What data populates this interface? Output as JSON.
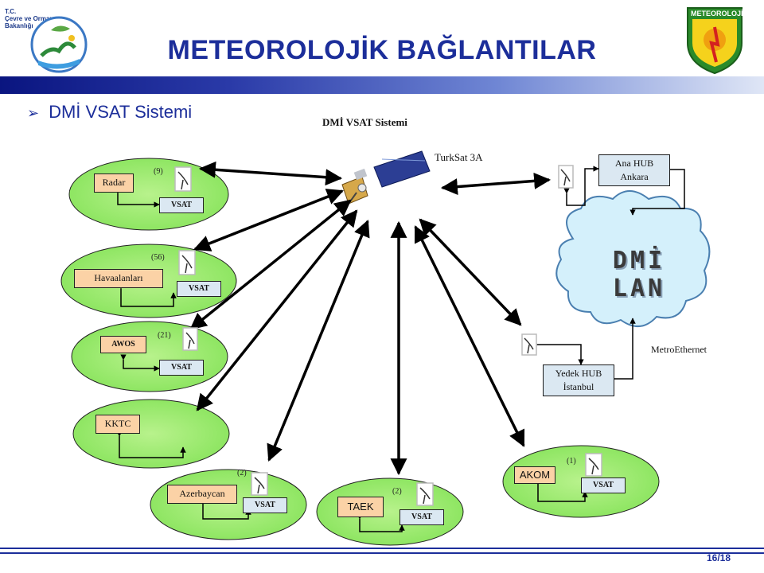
{
  "header": {
    "title": "METEOROLOJİK BAĞLANTILAR",
    "ministry_logo_text": [
      "T.C.",
      "Çevre ve Orman",
      "Bakanlığı"
    ],
    "met_logo_text": "METEOROLOJİ"
  },
  "bullet": "DMİ VSAT Sistemi",
  "diagram": {
    "title": "DMİ VSAT Sistemi",
    "satellite_label": "TurkSat 3A",
    "ana_hub": [
      "Ana HUB",
      "Ankara"
    ],
    "cloud_text": "DMİ LAN",
    "yedek_hub": [
      "Yedek HUB",
      "İstanbul"
    ],
    "metro_label": "MetroEthernet",
    "nodes": {
      "radar": {
        "label": "Radar",
        "count": "(9)",
        "vsat": "VSAT"
      },
      "havaalanlari": {
        "label": "Havaalanları",
        "count": "(56)",
        "vsat": "VSAT"
      },
      "awos": {
        "label": "AWOS",
        "count": "(21)",
        "vsat": "VSAT"
      },
      "kktc": {
        "label": "KKTC"
      },
      "azerbaycan": {
        "label": "Azerbaycan",
        "count": "(2)",
        "vsat": "VSAT"
      },
      "taek": {
        "label": "TAEK",
        "count": "(2)",
        "vsat": "VSAT"
      },
      "akom": {
        "label": "AKOM",
        "count": "(1)",
        "vsat": "VSAT"
      }
    }
  },
  "footer": {
    "page": "16/18"
  },
  "colors": {
    "title": "#1c2e9a",
    "node_label": "#fbd2a6",
    "vsat_box": "#dbe8f2",
    "ellipse": "#99ee66",
    "cloud": "#d4f0fb"
  }
}
